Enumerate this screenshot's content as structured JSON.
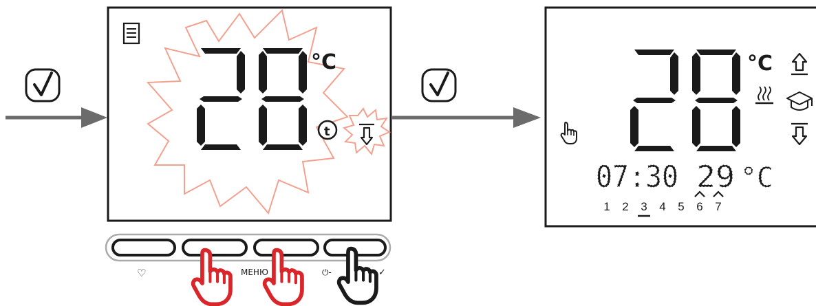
{
  "left_panel": {
    "temperature": "28",
    "unit": "°C",
    "selected_mode_icon": "eco-down-icon",
    "highlight_color": "#f4a08e"
  },
  "button_bar": {
    "labels": [
      "♡",
      "МЕНЮ",
      "⏻-",
      "✓"
    ]
  },
  "right_panel": {
    "temperature": "28",
    "unit": "°C",
    "time": "07:30",
    "room_temperature": "29",
    "room_unit": "°C",
    "days": [
      "1",
      "2",
      "3",
      "4",
      "5",
      "6",
      "7"
    ],
    "current_day": "3",
    "marked_days": [
      "6",
      "7"
    ]
  },
  "colors": {
    "frame": "#1a1a1a",
    "arrow": "#6b6b6b",
    "hand_red": "#d9262b",
    "hand_black": "#1a1a1a",
    "button_bar_border": "#aaaaaa"
  }
}
